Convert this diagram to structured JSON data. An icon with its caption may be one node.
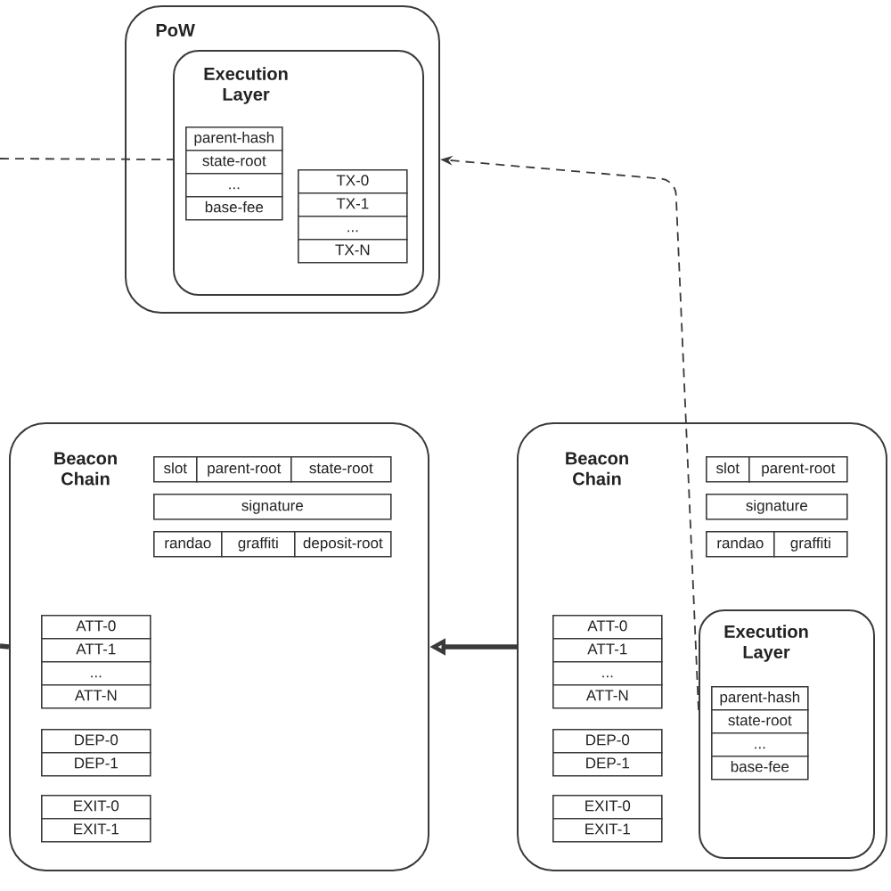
{
  "diagram": {
    "nodes": [
      {
        "text": [
          "PoW"
        ]
      },
      {
        "text": [
          "Execution Layer"
        ],
        "in": 0
      },
      {
        "text": [
          "parent-hash"
        ],
        "in": 1
      },
      {
        "text": [
          "state-root"
        ],
        "in": 1
      },
      {
        "text": [
          "..."
        ],
        "in": 1
      },
      {
        "text": [
          "base-fee"
        ],
        "in": 1
      },
      {
        "text": [
          "TX-0"
        ],
        "in": 1
      },
      {
        "text": [
          "TX-1"
        ],
        "in": 1
      },
      {
        "text": [
          "..."
        ],
        "in": 1
      },
      {
        "text": [
          "TX-N"
        ],
        "in": 1
      },
      {
        "text": [
          "Beacon Chain"
        ]
      },
      {
        "text": [
          "slot"
        ],
        "in": 10
      },
      {
        "text": [
          "parent-root"
        ],
        "in": 10
      },
      {
        "text": [
          "state-root"
        ],
        "in": 10
      },
      {
        "text": [
          "signature"
        ],
        "in": 10
      },
      {
        "text": [
          "randao"
        ],
        "in": 10
      },
      {
        "text": [
          "graffiti"
        ],
        "in": 10
      },
      {
        "text": [
          "deposit-root"
        ],
        "in": 10
      },
      {
        "text": [
          "ATT-0"
        ],
        "in": 10
      },
      {
        "text": [
          "ATT-1"
        ],
        "in": 10
      },
      {
        "text": [
          "..."
        ],
        "in": 10
      },
      {
        "text": [
          "ATT-N"
        ],
        "in": 10
      },
      {
        "text": [
          "DEP-0"
        ],
        "in": 10
      },
      {
        "text": [
          "DEP-1"
        ],
        "in": 10
      },
      {
        "text": [
          "EXIT-0"
        ],
        "in": 10
      },
      {
        "text": [
          "EXIT-1"
        ],
        "in": 10
      },
      {
        "text": [
          "Beacon Chain"
        ]
      },
      {
        "text": [
          "slot"
        ],
        "in": 26
      },
      {
        "text": [
          "parent-root"
        ],
        "in": 26
      },
      {
        "text": [
          "signature"
        ],
        "in": 26
      },
      {
        "text": [
          "randao"
        ],
        "in": 26
      },
      {
        "text": [
          "graffiti"
        ],
        "in": 26
      },
      {
        "text": [
          "ATT-0"
        ],
        "in": 26
      },
      {
        "text": [
          "ATT-1"
        ],
        "in": 26
      },
      {
        "text": [
          "..."
        ],
        "in": 26
      },
      {
        "text": [
          "ATT-N"
        ],
        "in": 26
      },
      {
        "text": [
          "DEP-0"
        ],
        "in": 26
      },
      {
        "text": [
          "DEP-1"
        ],
        "in": 26
      },
      {
        "text": [
          "EXIT-0"
        ],
        "in": 26
      },
      {
        "text": [
          "EXIT-1"
        ],
        "in": 26
      },
      {
        "text": [
          "Execution Layer"
        ],
        "in": 26
      },
      {
        "text": [
          "parent-hash"
        ],
        "in": 40
      },
      {
        "text": [
          "state-root"
        ],
        "in": 40
      },
      {
        "text": [
          "..."
        ],
        "in": 40
      },
      {
        "text": [
          "base-fee"
        ],
        "in": 40
      }
    ],
    "edges": [
      {
        "from": null,
        "to": 1,
        "arrow": "none",
        "style": "dashed"
      },
      {
        "from": 40,
        "to": 0,
        "arrow": "to",
        "style": "dashed"
      },
      {
        "from": 26,
        "to": 10,
        "arrow": "to",
        "style": "thick"
      },
      {
        "from": 10,
        "to": null,
        "arrow": "none",
        "style": "thick"
      }
    ]
  }
}
